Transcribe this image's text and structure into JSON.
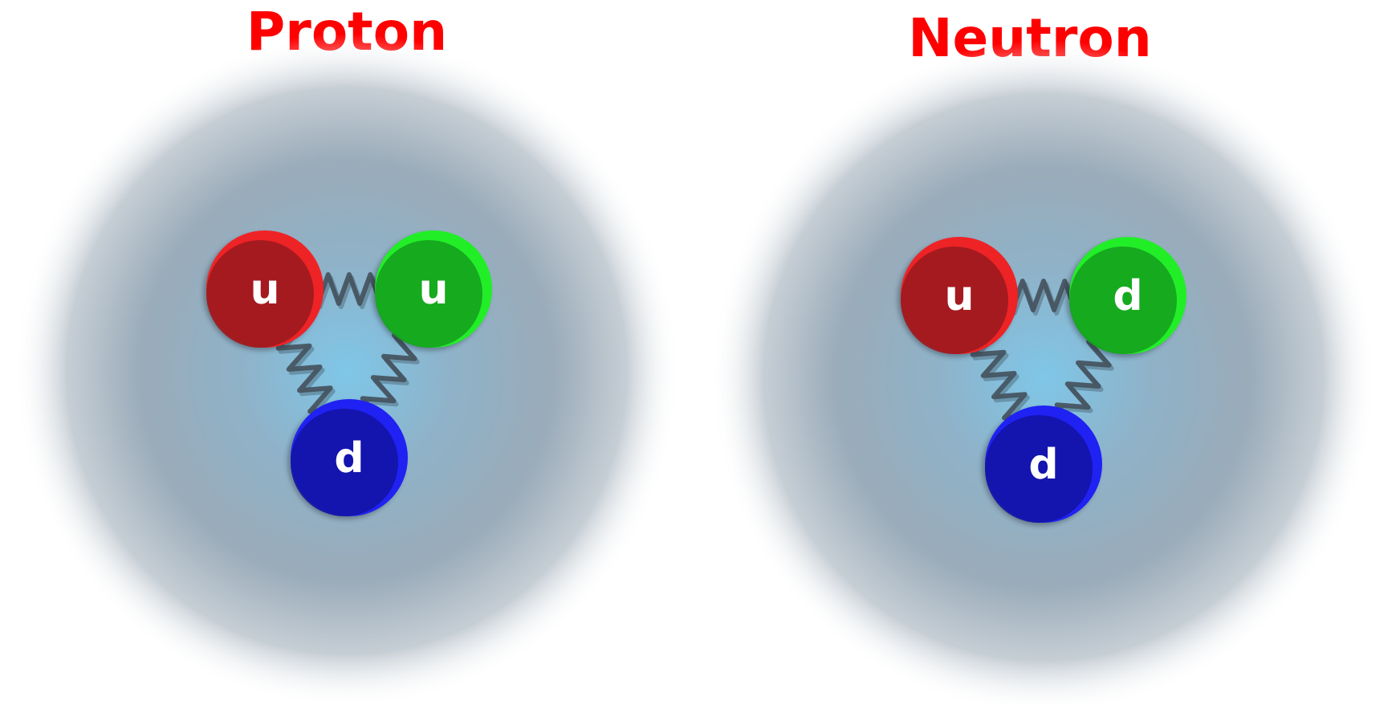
{
  "colors": {
    "title": "#ff0000",
    "up_red": "#9e1a1e",
    "up_red_rim": "#ee2326",
    "up_green": "#16a41e",
    "up_green_rim": "#22ee28",
    "down_blue": "#1414a8",
    "down_blue_rim": "#1f22f2",
    "cloud_center": "#7fc6e8",
    "cloud_mid": "#90a8ba",
    "cloud_edge": "#ffffff",
    "gluon": "#44525e",
    "label": "#ffffff"
  },
  "particles": [
    {
      "title": "Proton",
      "quarks": [
        {
          "flavor": "u",
          "color": "red"
        },
        {
          "flavor": "u",
          "color": "green"
        },
        {
          "flavor": "d",
          "color": "blue"
        }
      ]
    },
    {
      "title": "Neutron",
      "quarks": [
        {
          "flavor": "u",
          "color": "red"
        },
        {
          "flavor": "d",
          "color": "green"
        },
        {
          "flavor": "d",
          "color": "blue"
        }
      ]
    }
  ]
}
